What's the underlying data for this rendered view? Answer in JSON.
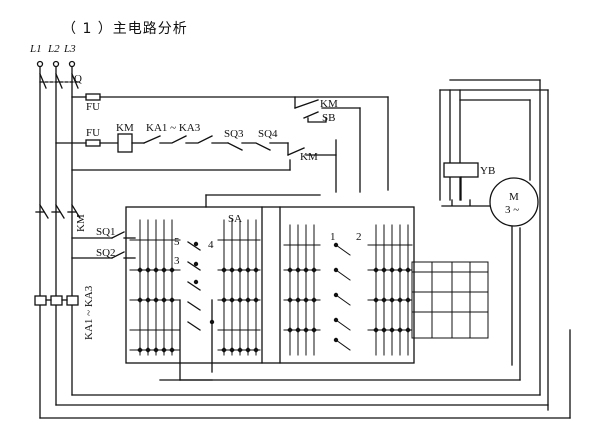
{
  "title": "（ 1 ）主电路分析",
  "labels": {
    "l1": "L1",
    "l2": "L2",
    "l3": "L3",
    "q": "Q",
    "fu_main": "FU",
    "fu_ctrl": "FU",
    "km_coil": "KM",
    "ka_range": "KA1 ~ KA3",
    "sq3": "SQ3",
    "sq4": "SQ4",
    "km_top": "KM",
    "sb": "SB",
    "km_mid": "KM",
    "km_side": "KM",
    "sq1": "SQ1",
    "sq2": "SQ2",
    "sa": "SA",
    "n5": "5",
    "n4": "4",
    "n3": "3",
    "n1": "1",
    "n2": "2",
    "ka_bottom": "KA1 ~ KA3",
    "yb": "YB",
    "motor_m": "M",
    "motor_3": "3 ~"
  },
  "colors": {
    "line": "#111111",
    "background": "#ffffff"
  }
}
